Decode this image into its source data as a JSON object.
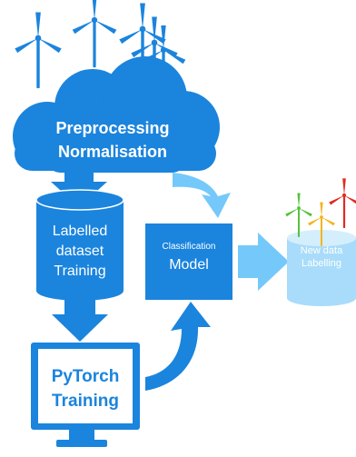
{
  "diagram": {
    "cloud": {
      "line1": "Preprocessing",
      "line2": "Normalisation"
    },
    "dataset": {
      "line1": "Labelled",
      "line2": "dataset",
      "line3": "Training"
    },
    "model": {
      "line1": "Classification",
      "line2": "Model"
    },
    "monitor": {
      "line1": "PyTorch",
      "line2": "Training"
    },
    "new_data": {
      "line1": "New data",
      "line2": "Labelling"
    },
    "icons": {
      "turbine_top": "wind-turbine-icon",
      "turbines_labelled": [
        "green",
        "yellow",
        "red"
      ]
    }
  },
  "colors": {
    "primary": "#1b84dd",
    "light": "#75c9fa",
    "cylinder_light": "#a9dcfa",
    "turbine_green": "#55c23a",
    "turbine_yellow": "#f2b41d",
    "turbine_red": "#e02b22"
  }
}
